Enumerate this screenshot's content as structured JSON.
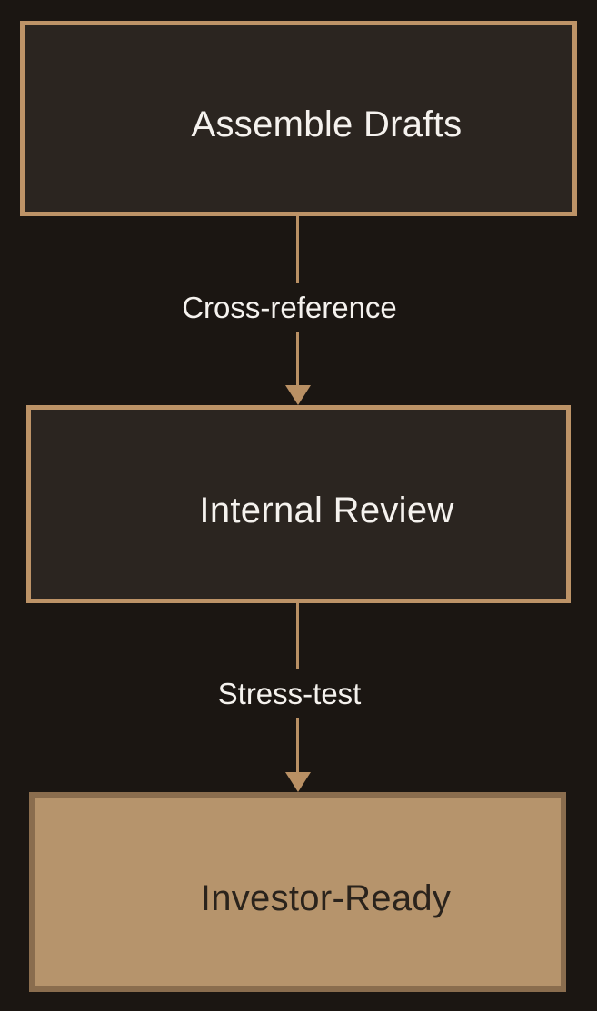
{
  "diagram": {
    "nodes": [
      {
        "id": "assemble-drafts",
        "label": "Assemble Drafts"
      },
      {
        "id": "internal-review",
        "label": "Internal Review"
      },
      {
        "id": "investor-ready",
        "label": "Investor-Ready"
      }
    ],
    "edges": [
      {
        "from": "assemble-drafts",
        "to": "internal-review",
        "label": "Cross-reference"
      },
      {
        "from": "internal-review",
        "to": "investor-ready",
        "label": "Stress-test"
      }
    ],
    "colors": {
      "background": "#1b1612",
      "node_fill_dark": "#2b2520",
      "node_border_tan": "#bd9367",
      "node_fill_tan": "#b6946c",
      "node_border_brown": "#8a6d4e",
      "arrow": "#b99064",
      "text_light": "#f5f2ee",
      "text_dark": "#2a231c"
    }
  }
}
